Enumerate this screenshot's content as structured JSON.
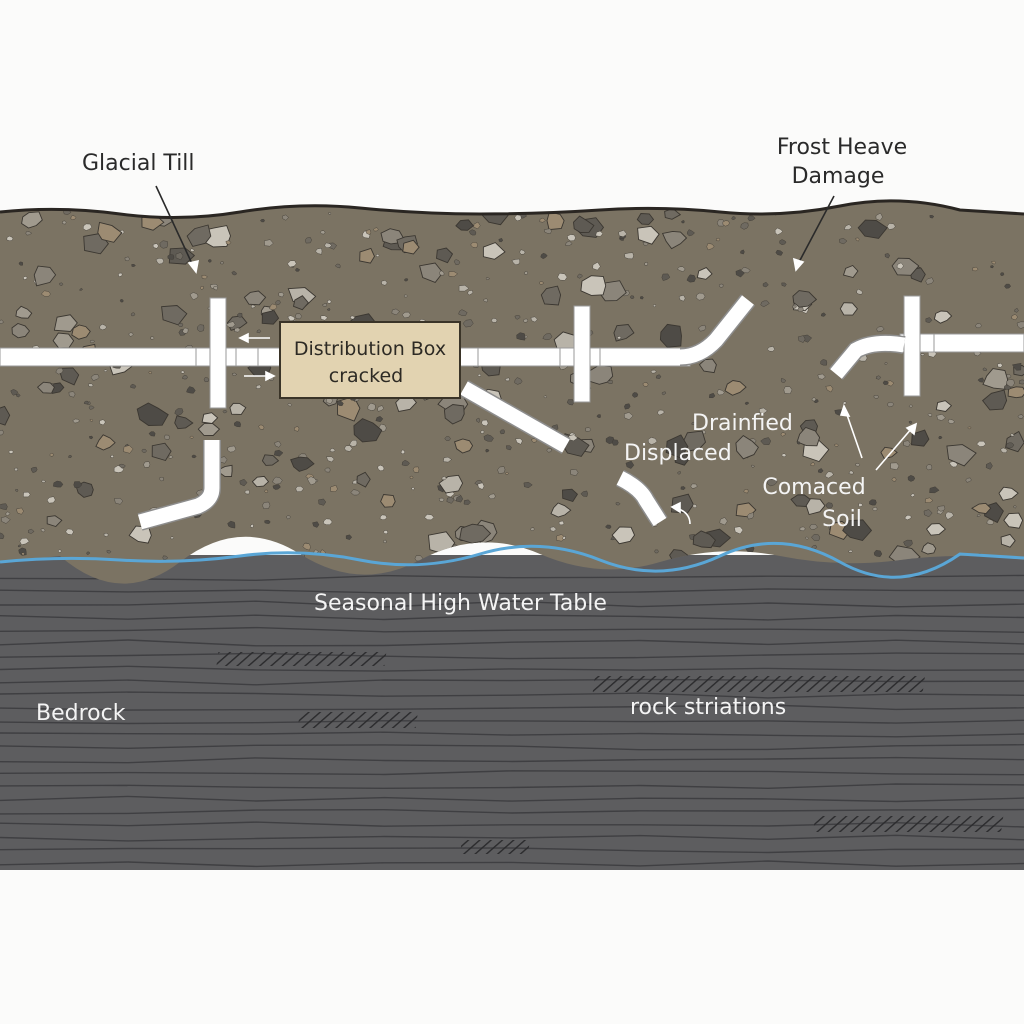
{
  "labels": {
    "glacial_till": "Glacial Till",
    "frost_heave_line1": "Frost Heave",
    "frost_heave_line2": "Damage",
    "distribution_box_line1": "Distribution Box",
    "distribution_box_line2": "cracked",
    "drainfield": "Drainfied",
    "displaced": "Displaced",
    "compacted_line1": "Comaced",
    "compacted_line2": "Soil",
    "water_table": "Seasonal High Water Table",
    "bedrock": "Bedrock",
    "rock_striations": "rock striations"
  },
  "colors": {
    "background": "#fbfbfa",
    "soil": "#7b7363",
    "bedrock": "#5d5d5f",
    "water_table_line": "#5aa6d6",
    "pipe": "#ffffff",
    "distribution_box": "#e2d3b1"
  }
}
